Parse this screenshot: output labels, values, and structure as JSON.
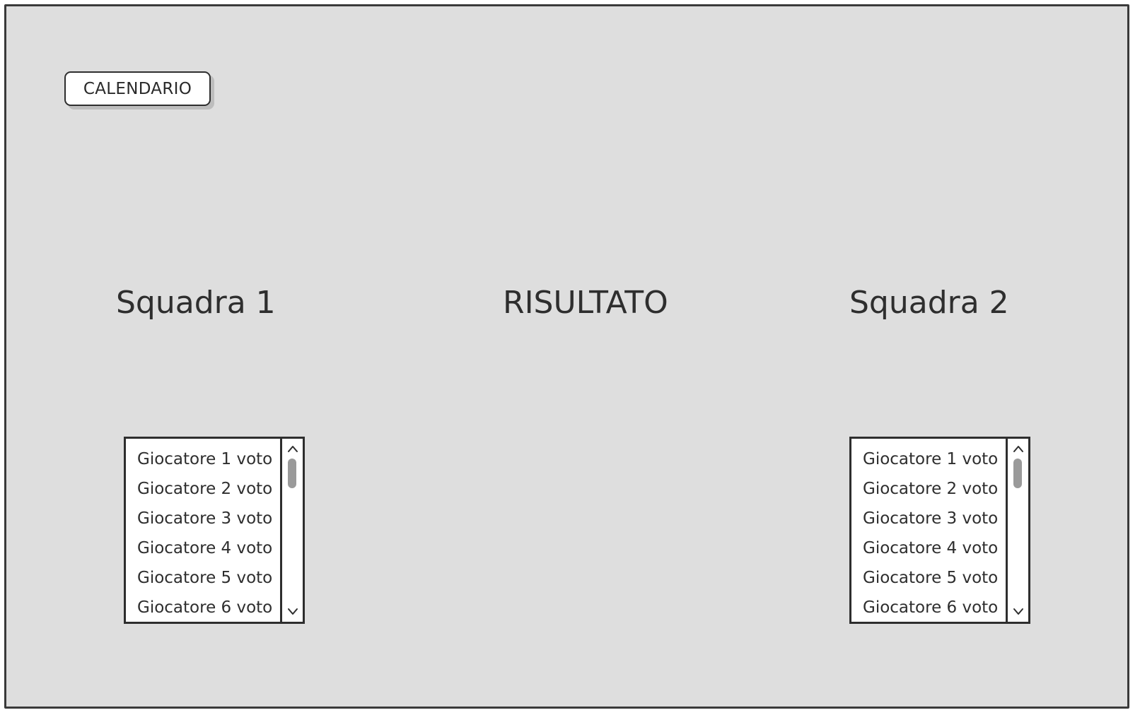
{
  "toolbar": {
    "calendar_label": "CALENDARIO"
  },
  "headings": {
    "team1": "Squadra 1",
    "result": "RISULTATO",
    "team2": "Squadra 2"
  },
  "team1_list": {
    "items": [
      "Giocatore 1 voto",
      "Giocatore 2 voto",
      "Giocatore 3 voto",
      "Giocatore 4 voto",
      "Giocatore 5 voto",
      "Giocatore 6 voto"
    ]
  },
  "team2_list": {
    "items": [
      "Giocatore 1 voto",
      "Giocatore 2 voto",
      "Giocatore 3 voto",
      "Giocatore 4 voto",
      "Giocatore 5 voto",
      "Giocatore 6 voto"
    ]
  },
  "icons": {
    "scroll_up": "chevron-up-icon",
    "scroll_down": "chevron-down-icon"
  },
  "colors": {
    "background": "#dedede",
    "border": "#2e2e2e",
    "thumb": "#9a9a9a"
  }
}
